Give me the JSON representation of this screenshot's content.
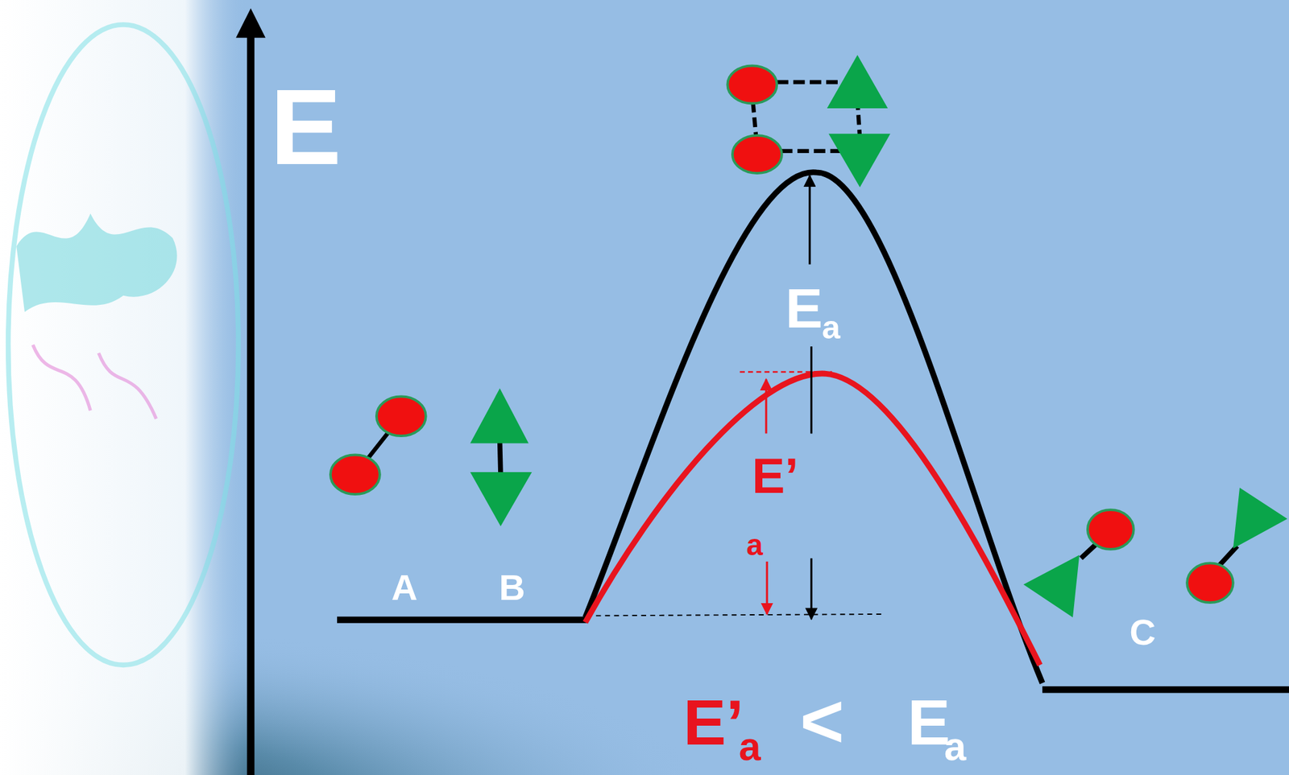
{
  "diagram": {
    "labels": [
      "E",
      "E",
      "a",
      "E’",
      "a",
      "A",
      "B",
      "C",
      "E’",
      "a",
      "<",
      "E",
      "a"
    ]
  }
}
